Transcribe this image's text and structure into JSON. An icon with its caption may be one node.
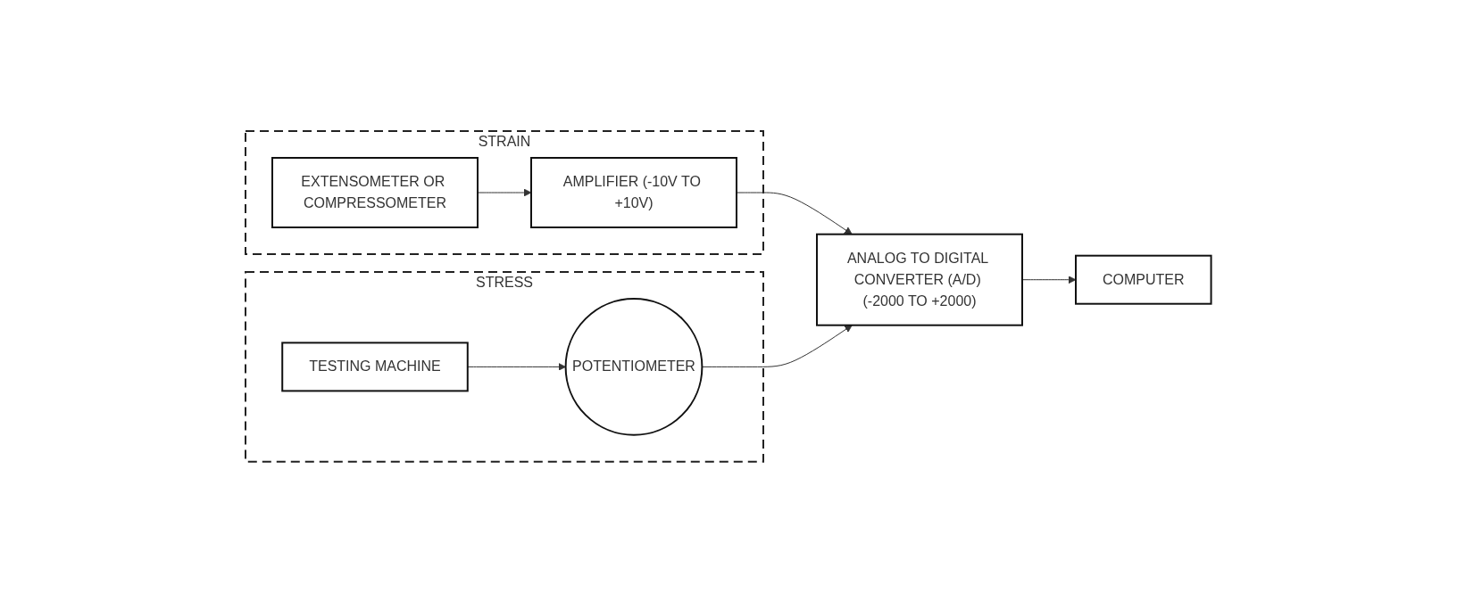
{
  "diagram": {
    "nodes": [
      {
        "text": [
          "STRAIN"
        ]
      },
      {
        "text": [
          "EXTENSOMETER OR COMPRESSOMETER"
        ],
        "in": 0
      },
      {
        "text": [
          "AMPLIFIER (-10V TO +10V)"
        ],
        "in": 0
      },
      {
        "text": [
          "STRESS"
        ]
      },
      {
        "text": [
          "TESTING MACHINE"
        ],
        "in": 3
      },
      {
        "text": [
          "POTENTIOMETER"
        ],
        "in": 3
      },
      {
        "text": [
          "ANALOG TO DIGITAL CONVERTER (A/D) (-2000 TO +2000)"
        ]
      },
      {
        "text": [
          "COMPUTER"
        ]
      }
    ],
    "edges": [
      {
        "from": 1,
        "to": 2,
        "arrow": "to"
      },
      {
        "from": 2,
        "to": 6,
        "arrow": "to"
      },
      {
        "from": 4,
        "to": 5,
        "arrow": "to"
      },
      {
        "from": 5,
        "to": 6,
        "arrow": "to"
      },
      {
        "from": 6,
        "to": 7,
        "arrow": "to"
      }
    ]
  }
}
